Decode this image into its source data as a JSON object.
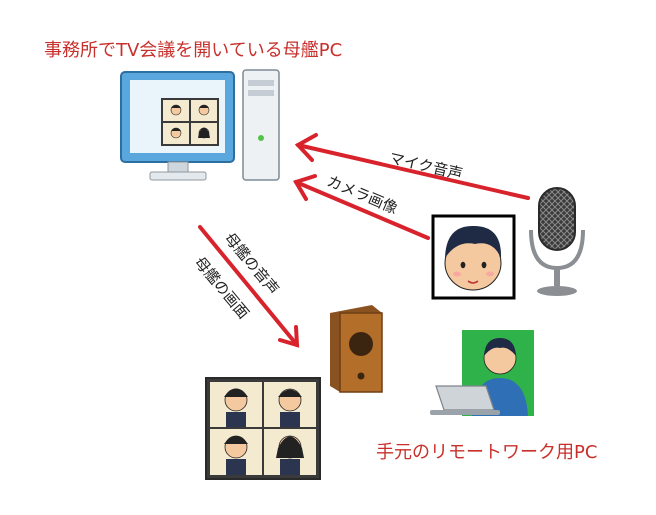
{
  "top_caption": "事務所でTV会議を開いている母艦PC",
  "bottom_caption": "手元のリモートワーク用PC",
  "arrows": {
    "mic_audio": "マイク音声",
    "camera_image": "カメラ画像",
    "mothership_audio": "母艦の音声",
    "mothership_screen": "母艦の画面"
  },
  "colors": {
    "caption": "#c8302c",
    "arrow": "#d9232c",
    "monitor_frame": "#5aa7dd",
    "green_screen": "#2fb24a",
    "speaker": "#b36f2a"
  }
}
